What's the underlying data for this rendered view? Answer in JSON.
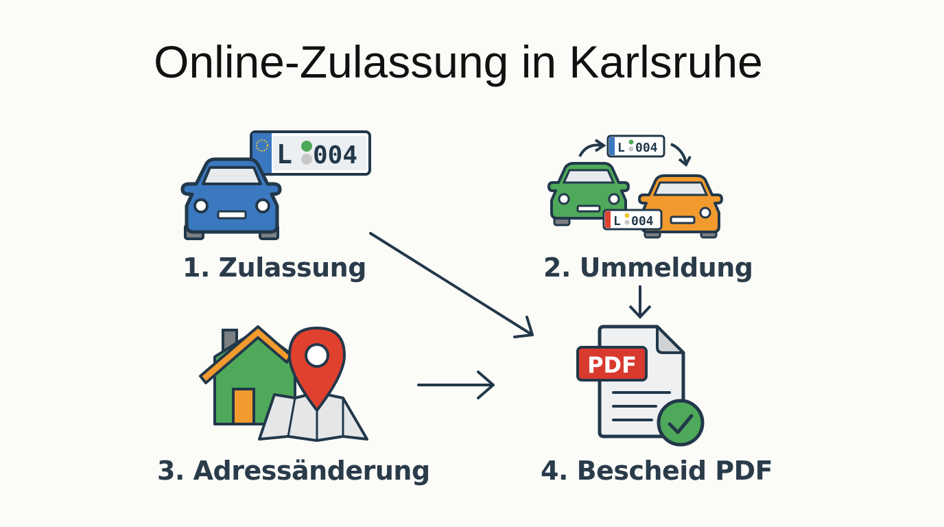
{
  "title": "Online-Zulassung in Karlsruhe",
  "steps": [
    {
      "number": "1.",
      "label": "1. Zulassung",
      "icon": "car-with-license-plate",
      "plate": "L 004"
    },
    {
      "number": "2.",
      "label": "2. Ummeldung",
      "icon": "car-swap-with-plates",
      "plate": "L 004"
    },
    {
      "number": "3.",
      "label": "3. Adressänderung",
      "icon": "house-with-map-pin"
    },
    {
      "number": "4.",
      "label": "4. Bescheid PDF",
      "icon": "pdf-document-check",
      "badge": "PDF"
    }
  ],
  "plates": {
    "step1": "L",
    "step1_num": "004",
    "step2_top": "L",
    "step2_top_num": "004",
    "step2_bottom": "L",
    "step2_bottom_num": "004"
  },
  "colors": {
    "outline": "#22384a",
    "blue_car": "#3a78bf",
    "green_car": "#4fa95a",
    "orange_car": "#f29a2e",
    "pin_red": "#e0412f",
    "pdf_red": "#d83a2e",
    "check_green": "#4fa95a",
    "text": "#2a3b4a"
  },
  "arrows": [
    {
      "from": "1. Zulassung",
      "to": "4. Bescheid PDF"
    },
    {
      "from": "2. Ummeldung",
      "to": "4. Bescheid PDF"
    },
    {
      "from": "3. Adressänderung",
      "to": "4. Bescheid PDF"
    }
  ]
}
